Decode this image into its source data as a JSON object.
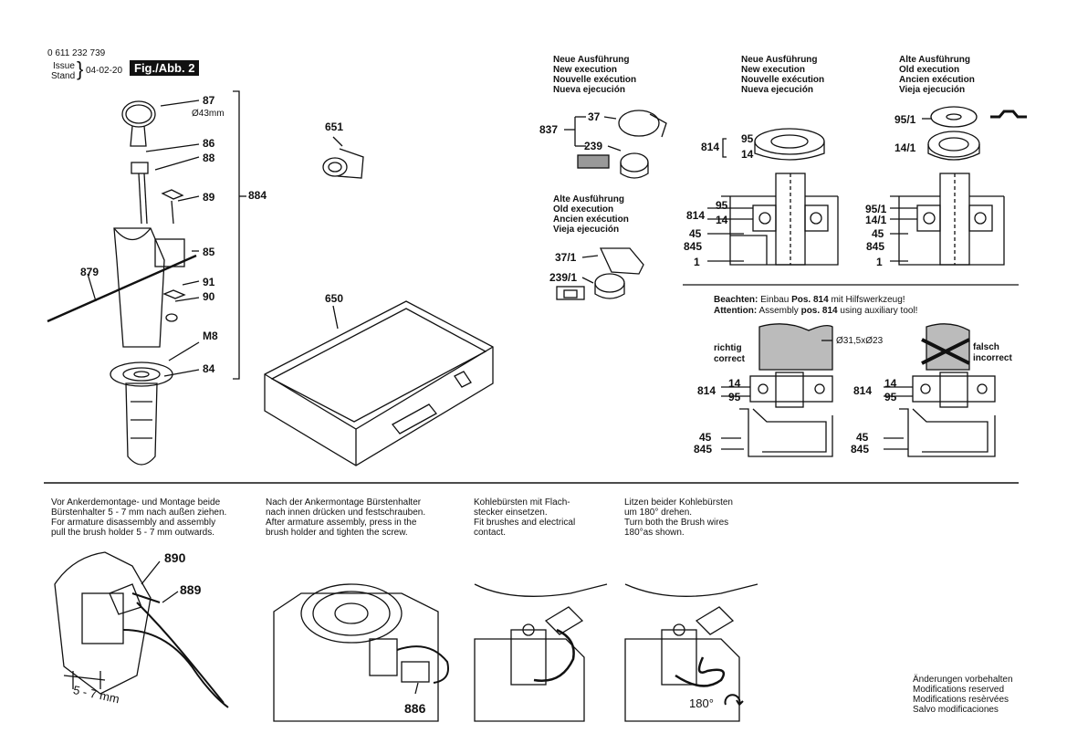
{
  "header": {
    "part_number": "0 611 232 739",
    "issue_label": "Issue",
    "stand_label": "Stand",
    "issue_date": "04-02-20",
    "figure": "Fig./Abb. 2"
  },
  "left_parts": {
    "p87": "87",
    "diameter": "Ø43mm",
    "p86": "86",
    "p88": "88",
    "p89": "89",
    "p884": "884",
    "p85": "85",
    "p879": "879",
    "p91": "91",
    "p90": "90",
    "pM8": "M8",
    "p84": "84"
  },
  "middle_parts": {
    "p651": "651",
    "p650": "650"
  },
  "new_exec_a": {
    "lines": [
      "Neue Ausführung",
      "New execution",
      "Nouvelle exécution",
      "Nueva ejecución"
    ],
    "p837": "837",
    "p37": "37",
    "p239": "239"
  },
  "old_exec_a": {
    "lines": [
      "Alte Ausführung",
      "Old execution",
      "Ancien exécution",
      "Vieja ejecución"
    ],
    "p37_1": "37/1",
    "p239_1": "239/1"
  },
  "new_exec_b": {
    "lines": [
      "Neue Ausführung",
      "New execution",
      "Nouvelle exécution",
      "Nueva ejecución"
    ],
    "p814": "814",
    "p95": "95",
    "p14": "14",
    "p814b": "814",
    "p95b": "95",
    "p14b": "14",
    "p45": "45",
    "p845": "845",
    "p1": "1"
  },
  "old_exec_b": {
    "lines": [
      "Alte Ausführung",
      "Old execution",
      "Ancien exécution",
      "Vieja ejecución"
    ],
    "p95_1": "95/1",
    "p14_1": "14/1",
    "p95_1b": "95/1",
    "p14_1b": "14/1",
    "p45": "45",
    "p845": "845",
    "p1": "1"
  },
  "note": {
    "beachten_label": "Beachten:",
    "beachten_text_a": "Einbau",
    "beachten_pos": "Pos. 814",
    "beachten_text_b": "mit Hilfswerkzeug!",
    "attention_label": "Attention:",
    "attention_text_a": "Assembly",
    "attention_pos": "pos. 814",
    "attention_text_b": "using auxiliary tool!",
    "dimension": "Ø31,5xØ23",
    "richtig": "richtig",
    "correct": "correct",
    "falsch": "falsch",
    "incorrect": "incorrect",
    "c814": "814",
    "c14": "14",
    "c95": "95",
    "c45": "45",
    "c845": "845",
    "i814": "814",
    "i14": "14",
    "i95": "95",
    "i45": "45",
    "i845": "845"
  },
  "steps": [
    {
      "lines": [
        "Vor Ankerdemontage- und Montage beide",
        "Bürstenhalter 5 - 7 mm nach außen ziehen.",
        "For armature disassembly and assembly",
        "pull the brush holder 5 - 7 mm outwards."
      ],
      "p890": "890",
      "p889": "889",
      "dim": "5 - 7 mm"
    },
    {
      "lines": [
        "Nach der Ankermontage Bürstenhalter",
        "nach innen drücken und festschrauben.",
        "After armature assembly, press in the",
        "brush holder and tighten the screw."
      ],
      "p886": "886"
    },
    {
      "lines": [
        "Kohlebürsten mit Flach-",
        "stecker einsetzen.",
        "Fit brushes and electrical",
        "contact."
      ]
    },
    {
      "lines": [
        "Litzen beider Kohlebürsten",
        "um 180° drehen.",
        "Turn both the Brush wires",
        "180°as shown."
      ],
      "angle": "180°"
    }
  ],
  "footer": {
    "lines": [
      "Änderungen vorbehalten",
      "Modifications reserved",
      "Modifications resèrvées",
      "Salvo modificaciones"
    ]
  }
}
